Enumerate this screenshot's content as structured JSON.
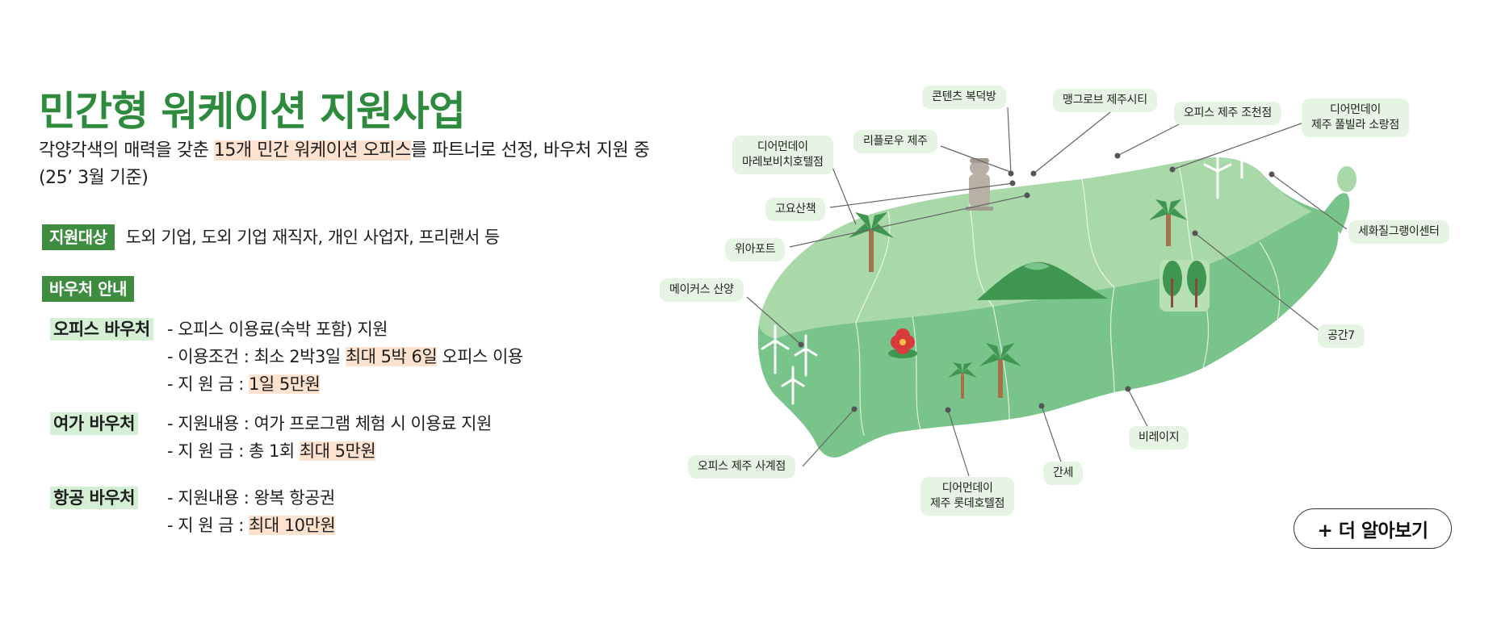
{
  "header": {
    "title": "민간형 워케이션 지원사업",
    "desc_pre": "각양각색의 매력을 갖춘 ",
    "desc_hl": "15개 민간 워케이션 오피스",
    "desc_post": "를 파트너로 선정, 바우처 지원 중",
    "desc_line2": "(25’ 3월 기준)"
  },
  "target": {
    "tag": "지원대상",
    "text": "도외 기업, 도외 기업 재직자, 개인 사업자, 프리랜서 등"
  },
  "voucher": {
    "tag": "바우처 안내",
    "office": {
      "name": "오피스 바우처",
      "line1": "- 오피스 이용료(숙박 포함) 지원",
      "line2_pre": "- 이용조건 : 최소 2박3일 ",
      "line2_hl": "최대 5박 6일",
      "line2_post": " 오피스 이용",
      "line3_pre": "- 지  원  금 : ",
      "line3_hl": "1일 5만원"
    },
    "leisure": {
      "name": "여가 바우처",
      "line1": "- 지원내용 : 여가 프로그램 체험 시 이용료 지원",
      "line2_pre": "- 지  원  금 : 총 1회 ",
      "line2_hl": "최대 5만원"
    },
    "flight": {
      "name": "항공 바우처",
      "line1": "- 지원내용 : 왕복 항공권",
      "line2_pre": "- 지  원  금 : ",
      "line2_hl": "최대 10만원"
    }
  },
  "map": {
    "labels": {
      "contents_bookdeok": "콘텐츠 복덕방",
      "mangrove": "맹그로브 제주시티",
      "office_jocheon": "오피스 제주 조천점",
      "dearmonday_pool_1": "디어먼데이",
      "dearmonday_pool_2": "제주 풀빌라 소랑점",
      "refloww": "리플로우 제주",
      "dearmonday_mare_1": "디어먼데이",
      "dearmonday_mare_2": "마레보비치호텔점",
      "goyo": "고요산책",
      "wiaport": "위아포트",
      "sehwa": "세화질그랭이센터",
      "makers": "메이커스 산양",
      "space7": "공간7",
      "birage": "비레이지",
      "office_sagye": "오피스 제주 사계점",
      "dearmonday_lotte_1": "디어먼데이",
      "dearmonday_lotte_2": "제주 롯데호텔점",
      "ganse": "간세"
    },
    "colors": {
      "land_north": "#a9d8a9",
      "land_south": "#78c48a",
      "label_bg": "#e6f4e3",
      "hallasan": "#3f9650"
    }
  },
  "cta": {
    "more": "+ 더 알아보기"
  }
}
